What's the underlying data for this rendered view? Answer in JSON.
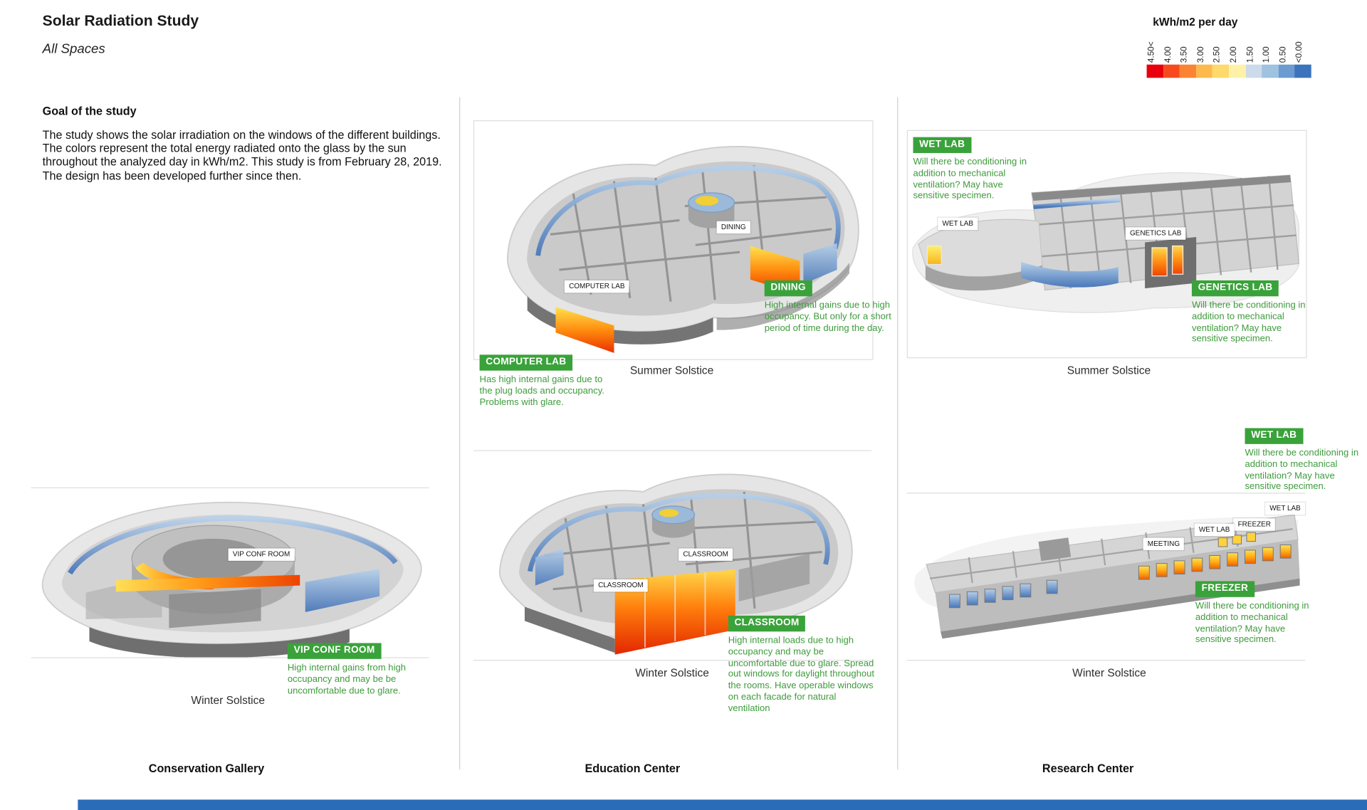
{
  "header": {
    "title": "Solar Radiation Study",
    "subtitle": "All Spaces"
  },
  "legend": {
    "title": "kWh/m2 per day",
    "ticks": [
      "4.50<",
      "4.00",
      "3.50",
      "3.00",
      "2.50",
      "2.00",
      "1.50",
      "1.00",
      "0.50",
      "<0.00"
    ],
    "colors": [
      "#e8000e",
      "#f64a1e",
      "#fb8433",
      "#fdb94b",
      "#fed96b",
      "#fff2a8",
      "#ccdbe9",
      "#9ec2df",
      "#6b9bd0",
      "#3b73bd"
    ]
  },
  "goal": {
    "heading": "Goal of the study",
    "body": "The study shows the solar irradiation on the windows of the different buildings. The colors represent the total energy radiated onto the glass by the sun throughout the analyzed day in kWh/m2. This study is from February 28, 2019. The design has been developed further since then."
  },
  "colors": {
    "badge_green": "#3aa23a",
    "text_green": "#3f9b3d",
    "footer_blue": "#2a6cb8"
  },
  "panels": {
    "conservation": {
      "title": "Conservation Gallery",
      "winter": {
        "caption": "Winter Solstice",
        "tag_vip": "VIP CONF ROOM",
        "ann_vip_label": "VIP CONF ROOM",
        "ann_vip_text": "High internal gains from high occupancy and may be be uncomfortable due to glare."
      }
    },
    "education": {
      "title": "Education Center",
      "summer": {
        "caption": "Summer Solstice",
        "tag_dining": "DINING",
        "tag_computer": "COMPUTER LAB",
        "ann_dining_label": "DINING",
        "ann_dining_text": "High internal gains due to high occupancy. But only for a short period of time during the day.",
        "ann_computer_label": "COMPUTER LAB",
        "ann_computer_text": "Has high internal gains due to the plug loads and occupancy. Problems with glare."
      },
      "winter": {
        "caption": "Winter Solstice",
        "tag_classroom_right": "CLASSROOM",
        "tag_classroom_left": "CLASSROOM",
        "ann_classroom_label": "CLASSROOM",
        "ann_classroom_text": "High internal loads due to high occupancy and may be uncomfortable due to glare. Spread out windows for daylight throughout the rooms. Have operable windows on each facade for natural ventilation"
      }
    },
    "research": {
      "title": "Research Center",
      "summer": {
        "caption": "Summer Solstice",
        "tag_wetlab": "WET LAB",
        "tag_genetics": "GENETICS LAB",
        "ann_wetlab_label": "WET LAB",
        "ann_wetlab_text": "Will there be conditioning in addition to mechanical ventilation? May have sensitive specimen.",
        "ann_genetics_label": "GENETICS LAB",
        "ann_genetics_text": "Will there be conditioning in addition to mechanical ventilation? May have sensitive specimen."
      },
      "winter": {
        "caption": "Winter Solstice",
        "tag_wetlab_top": "WET LAB",
        "tag_freezer": "FREEZER",
        "tag_wetlab_mid": "WET LAB",
        "tag_meeting": "MEETING",
        "ann_wetlab_label": "WET LAB",
        "ann_wetlab_text": "Will there be conditioning in addition to mechanical ventilation? May have sensitive specimen.",
        "ann_freezer_label": "FREEZER",
        "ann_freezer_text": "Will there be conditioning in addition to mechanical ventilation? May have sensitive specimen."
      }
    }
  }
}
